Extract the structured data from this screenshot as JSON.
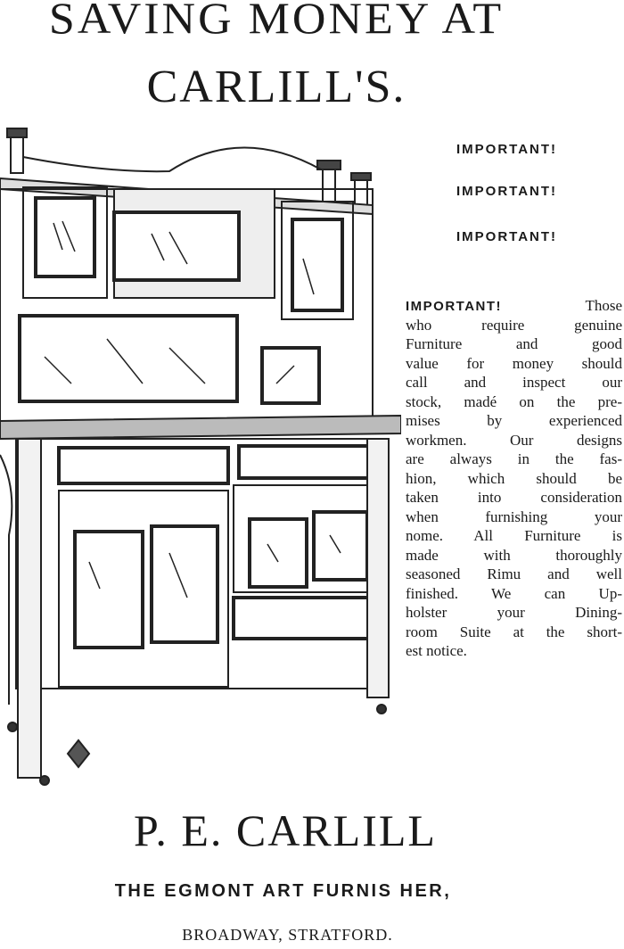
{
  "headline": {
    "line1": "SAVING MONEY AT",
    "line2": "CARLILL'S."
  },
  "important": [
    "IMPORTANT!",
    "IMPORTANT!",
    "IMPORTANT!"
  ],
  "body": {
    "lead": "IMPORTANT!",
    "lines": [
      "Those",
      "who require genuine",
      "Furniture and good",
      "value for money should",
      "call and inspect our",
      "stock, madé on the pre-",
      "mises by experienced",
      "workmen. Our designs",
      "are always in the fas-",
      "hion, which should be",
      "taken into consideration",
      "when furnishing your",
      "nome. All Furniture is",
      "made with thoroughly",
      "seasoned Rimu and well",
      "finished. We can Up-",
      "holster your Dining-",
      "room Suite at the short-",
      "est notice."
    ]
  },
  "footer": {
    "name": "P. E. CARLILL",
    "tagline": "THE EGMONT ART FURNIS HER,",
    "address": "BROADWAY, STRATFORD."
  },
  "illustration": {
    "icon": "sideboard-illustration"
  }
}
